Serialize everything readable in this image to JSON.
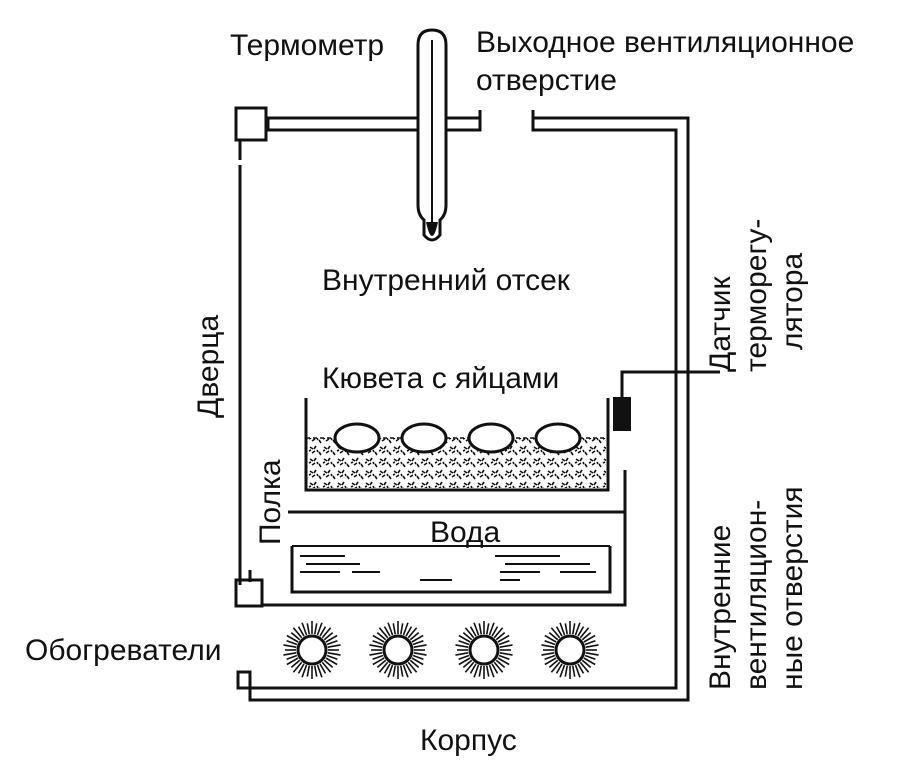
{
  "labels": {
    "thermometer": "Термометр",
    "outlet_vent_line1": "Выходное вентиляционное",
    "outlet_vent_line2": "отверстие",
    "inner_chamber": "Внутренний отсек",
    "tray": "Кювета с яйцами",
    "door": "Дверца",
    "shelf": "Полка",
    "water": "Вода",
    "heaters": "Обогреватели",
    "body": "Корпус",
    "sensor_line1": "Датчик",
    "sensor_line2": "терморегу-",
    "sensor_line3": "лятора",
    "inner_vents_line1": "Внутренние",
    "inner_vents_line2": "вентиляцион-",
    "inner_vents_line3": "ные отверстия"
  },
  "colors": {
    "ink": "#111111",
    "background": "#ffffff"
  },
  "counts": {
    "eggs": 4,
    "heaters": 4
  }
}
